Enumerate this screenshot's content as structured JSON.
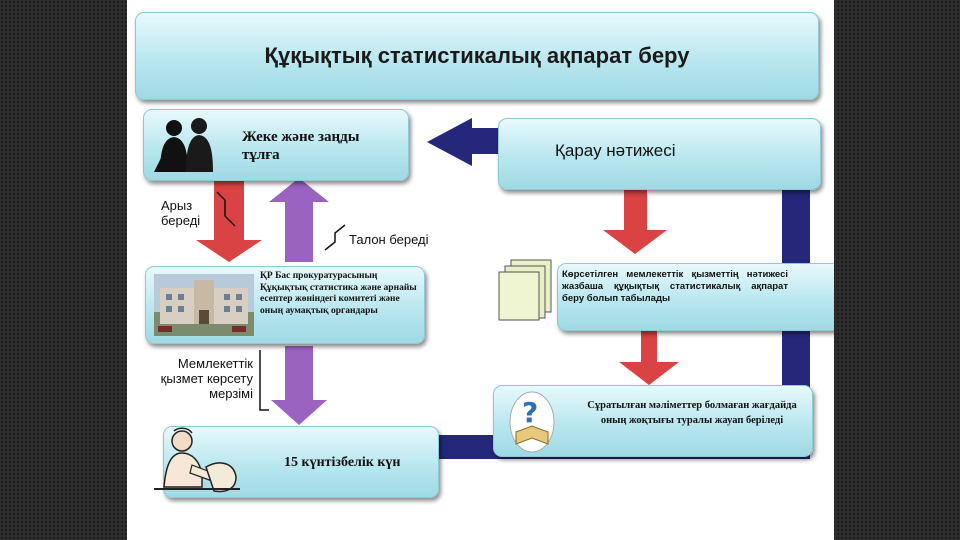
{
  "title": "Құқықтық статистикалық ақпарат беру",
  "boxes": {
    "applicant": "Жеке және заңды тұлға",
    "prosecutor": "ҚР Бас прокуратурасының Құқықтық статистика және арнайы есептер жөніндегі комитеті және оның аумақтық органдары",
    "deadline": "15 күнтізбелік күн",
    "result": "Қарау нәтижесі",
    "provided": "Көрсетілген мемлекеттік қызметтің нәтижесі жазбаша құқықтық статистикалық ақпарат беру болып табылады",
    "refusal": "Сұратылған мәліметтер болмаған жағдайда оның жоқтығы туралы жауап беріледі"
  },
  "labels": {
    "application": "Арыз береді",
    "ticket": "Талон береді",
    "service_term": "Мемлекеттік қызмет көрсету мерзімі"
  },
  "colors": {
    "box_top": "#e8f9fc",
    "box_bottom": "#9fd9e4",
    "red_arrow": "#d94343",
    "purple_arrow": "#9b63c0",
    "navy_connector": "#25287a"
  }
}
